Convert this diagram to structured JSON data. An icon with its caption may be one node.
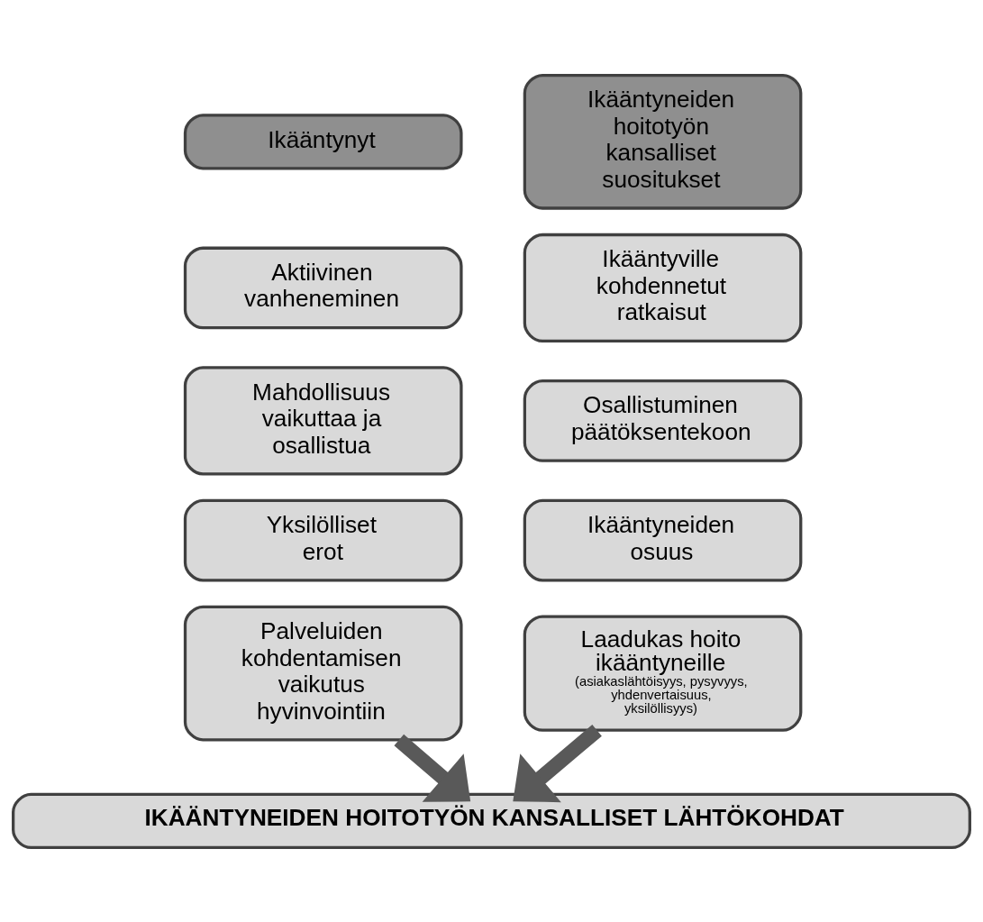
{
  "diagram": {
    "nodes": [
      {
        "text": [
          "Ikääntynyt"
        ]
      },
      {
        "text": [
          "Aktiivinen vanheneminen"
        ]
      },
      {
        "text": [
          "Mahdollisuus vaikuttaa ja osallistua"
        ]
      },
      {
        "text": [
          "Yksilölliset erot"
        ]
      },
      {
        "text": [
          "Palveluiden kohdentamisen vaikutus hyvinvointiin"
        ]
      },
      {
        "text": [
          "Ikääntyneiden hoitotyön kansalliset suositukset"
        ]
      },
      {
        "text": [
          "Ikääntyville kohdennetut ratkaisut"
        ]
      },
      {
        "text": [
          "Osallistuminen päätöksentekoon"
        ]
      },
      {
        "text": [
          "Ikääntyneiden osuus"
        ]
      },
      {
        "text": [
          "Laadukas hoito ikääntyneille",
          "(asiakaslähtöisyys, pysyvyys, yhdenvertaisuus, yksilöllisyys)"
        ]
      },
      {
        "text": [
          "IKÄÄNTYNEIDEN HOITOTYÖN KANSALLISET LÄHTÖKOHDAT"
        ]
      }
    ],
    "edges": [
      {
        "from": 4,
        "to": 10,
        "arrow": "to"
      },
      {
        "from": 9,
        "to": 10,
        "arrow": "to"
      }
    ]
  }
}
